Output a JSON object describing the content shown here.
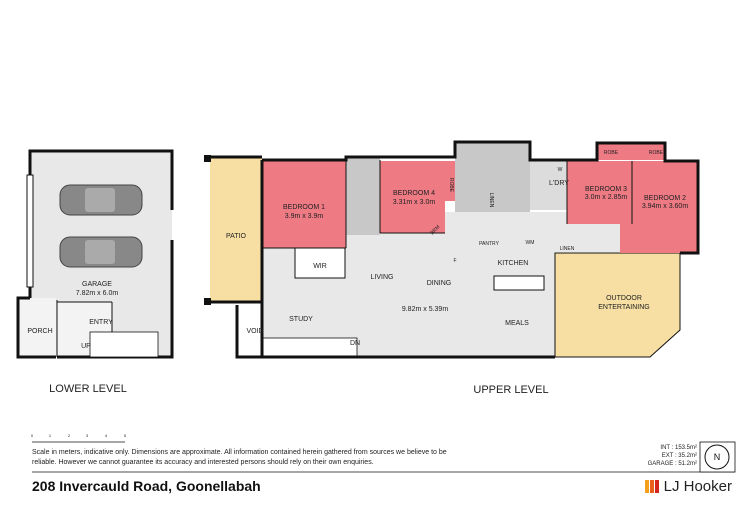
{
  "lower_level": {
    "title": "LOWER LEVEL",
    "rooms": {
      "garage": "GARAGE",
      "garage_dims": "7.82m x 6.0m",
      "porch": "PORCH",
      "entry": "ENTRY",
      "up": "UP"
    }
  },
  "upper_level": {
    "title": "UPPER LEVEL",
    "rooms": {
      "patio": "PATIO",
      "bedroom1": "BEDROOM 1",
      "bedroom1_dims": "3.9m x 3.9m",
      "bedroom4": "BEDROOM 4",
      "bedroom4_dims": "3.31m x 3.0m",
      "bedroom3": "BEDROOM 3",
      "bedroom3_dims": "3.0m x 2.85m",
      "bedroom2": "BEDROOM 2",
      "bedroom2_dims": "3.94m x 3.60m",
      "robe": "ROBE",
      "robe2": "ROBE",
      "robe3": "ROBE",
      "wir": "WIR",
      "brm": "BRM",
      "linen": "LINEN",
      "linen2": "LINEN",
      "ldry": "L'DRY",
      "w": "W",
      "wm": "WM",
      "pantry": "PANTRY",
      "fridge": "F",
      "kitchen": "KITCHEN",
      "living": "LIVING",
      "dining": "DINING",
      "main_dims": "9.82m x 5.39m",
      "meals": "MEALS",
      "study": "STUDY",
      "void": "VOID",
      "dn": "DN",
      "outdoor1": "OUTDOOR",
      "outdoor2": "ENTERTAINING"
    }
  },
  "scale": {
    "ticks": [
      "0",
      "1",
      "2",
      "3",
      "4",
      "5"
    ]
  },
  "disclaimer": "Scale in meters, indicative only. Dimensions are approximate. All information contained herein gathered from sources we believe to be reliable. However we cannot guarantee its accuracy and interested persons should rely on their own enquiries.",
  "areas": {
    "int": "INT : 153.5m²",
    "ext": "EXT : 35.2m²",
    "garage": "GARAGE : 51.2m²"
  },
  "compass": "N",
  "address": "208 Invercauld Road, Goonellabah",
  "brand": "LJ Hooker",
  "colors": {
    "bedroom": "#ee7a84",
    "outdoor": "#f7dfa4",
    "floor": "#e8e8e8",
    "wet": "#c8c8c8",
    "logo": [
      "#f5a01c",
      "#e8601c",
      "#d4261c"
    ]
  }
}
